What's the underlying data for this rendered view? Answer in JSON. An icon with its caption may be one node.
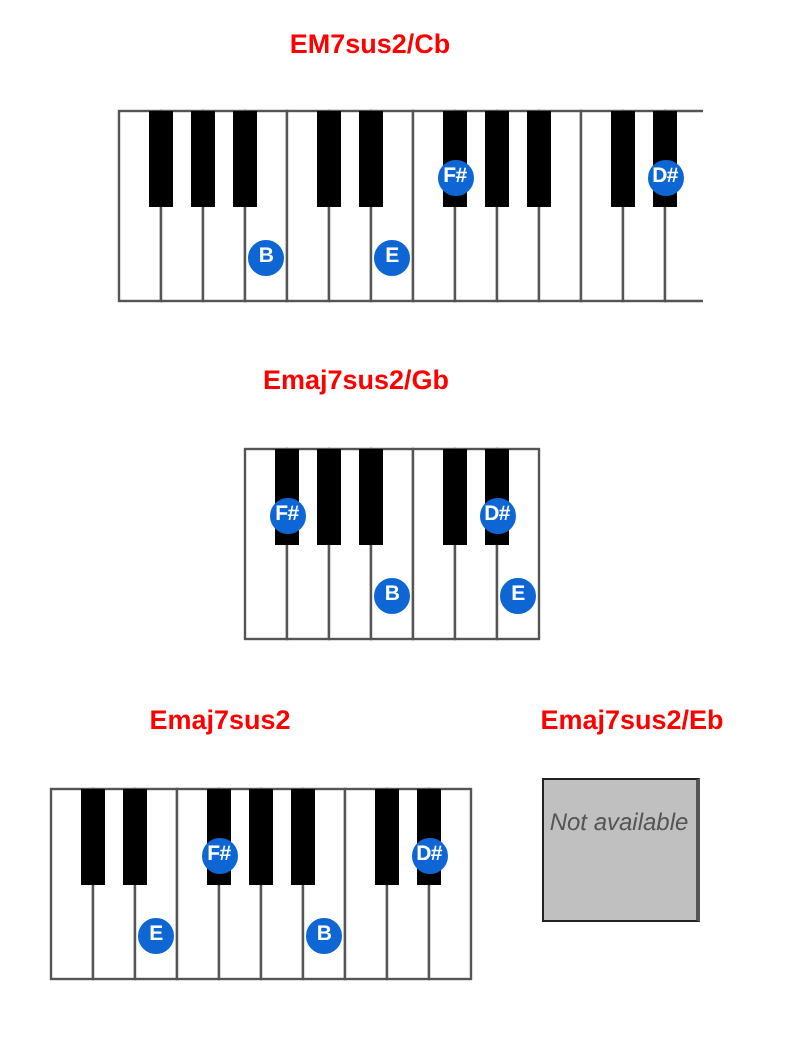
{
  "diagram": {
    "nodes": [
      {
        "text": [
          "EM7sus2/Cb"
        ]
      },
      {
        "text": [
          "B"
        ],
        "in": 0
      },
      {
        "text": [
          "E"
        ],
        "in": 0
      },
      {
        "text": [
          "F#"
        ],
        "in": 0
      },
      {
        "text": [
          "D#"
        ],
        "in": 0
      },
      {
        "text": [
          "Emaj7sus2/Gb"
        ]
      },
      {
        "text": [
          "F#"
        ],
        "in": 5
      },
      {
        "text": [
          "B"
        ],
        "in": 5
      },
      {
        "text": [
          "D#"
        ],
        "in": 5
      },
      {
        "text": [
          "E"
        ],
        "in": 5
      },
      {
        "text": [
          "Emaj7sus2"
        ]
      },
      {
        "text": [
          "E"
        ],
        "in": 10
      },
      {
        "text": [
          "F#"
        ],
        "in": 10
      },
      {
        "text": [
          "B"
        ],
        "in": 10
      },
      {
        "text": [
          "D#"
        ],
        "in": 10
      },
      {
        "text": [
          "Emaj7sus2/Eb",
          "Not available"
        ]
      }
    ]
  }
}
